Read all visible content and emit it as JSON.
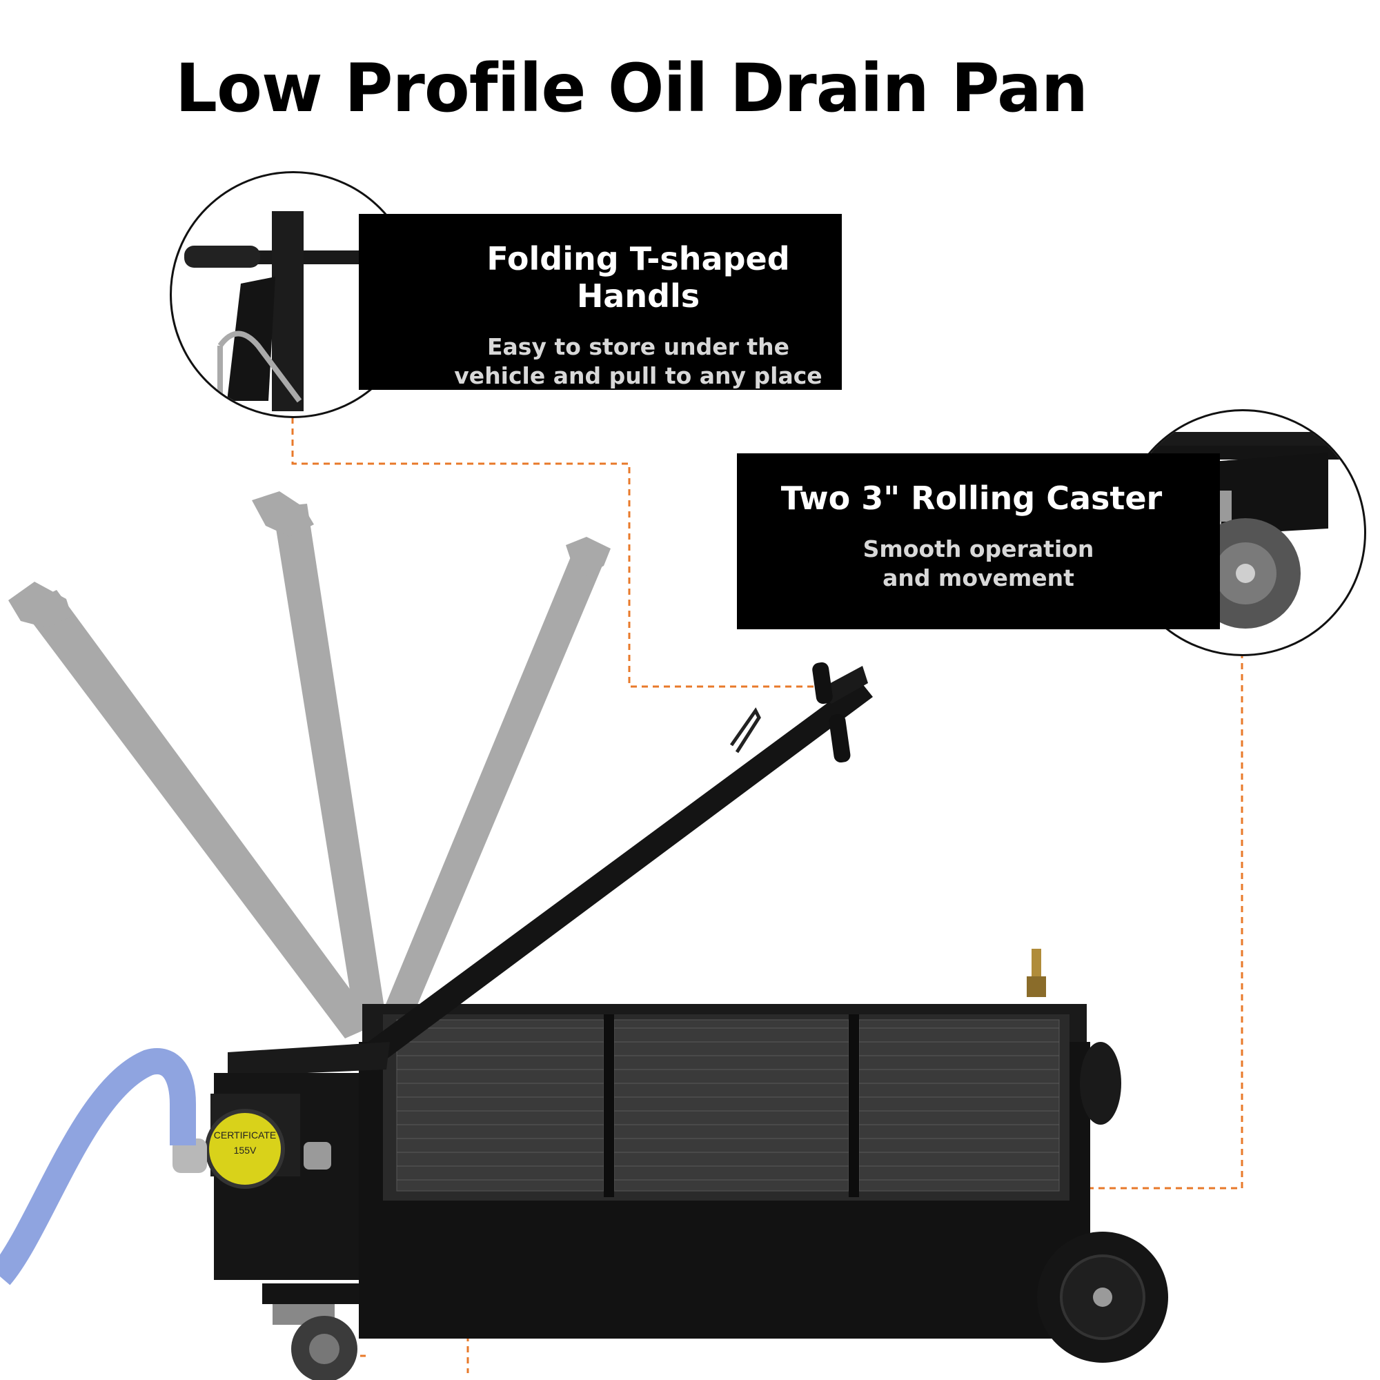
{
  "page": {
    "title": "Low Profile Oil Drain Pan"
  },
  "callouts": [
    {
      "heading": "Folding T-shaped Handls",
      "line1": "Easy to store under the",
      "line2": "vehicle and pull to any place"
    },
    {
      "heading": "Two 3\" Rolling Caster",
      "line1": "Smooth operation",
      "line2": "and movement"
    }
  ],
  "product": {
    "pump_label_1": "CERTIFICATE",
    "pump_label_2": "155V"
  },
  "colors": {
    "leader_line": "#e8792a",
    "ghost_handle": "#a9a9a9",
    "body": "#111111",
    "hose": "#8fa4e0"
  },
  "icons": [
    "zoom-handle-detail",
    "zoom-caster-detail",
    "oil-drain-pan-product"
  ]
}
